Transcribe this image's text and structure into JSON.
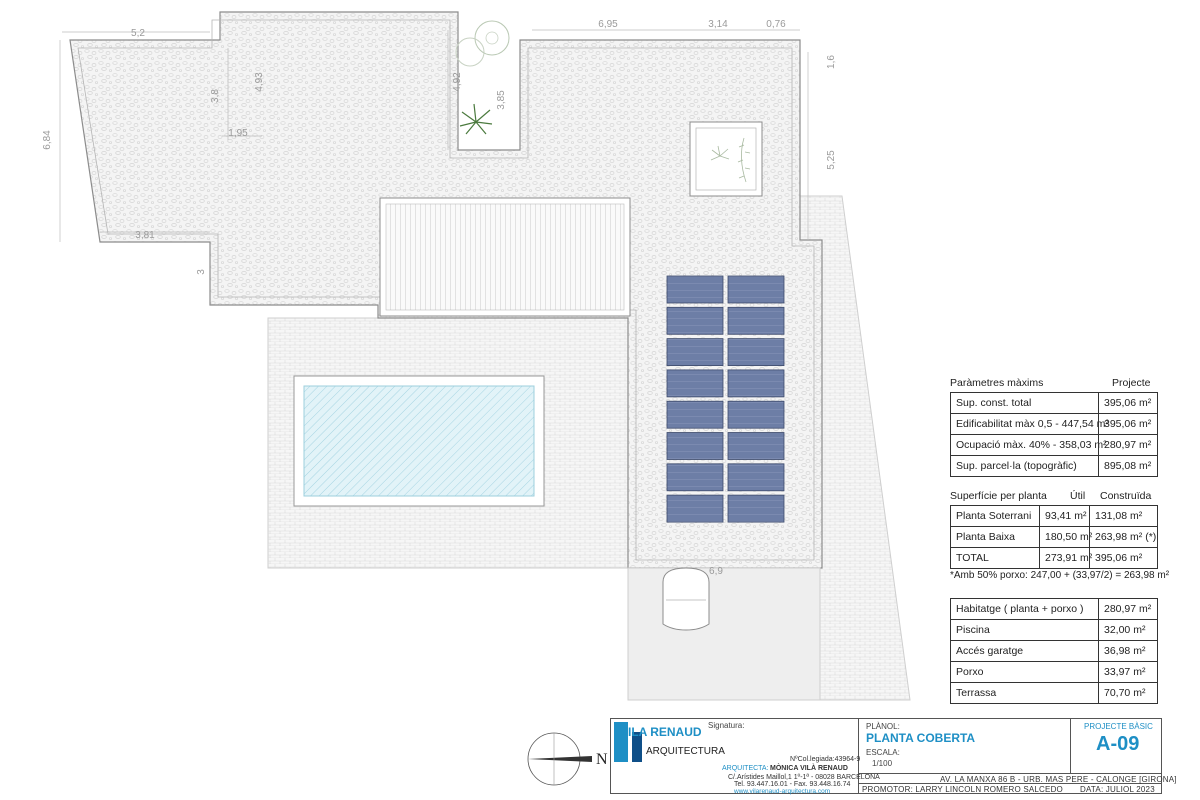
{
  "drawing": {
    "dimensions": [
      "5,2",
      "6,95",
      "3,14",
      "0,76",
      "3,8",
      "4,93",
      "4,92",
      "3,85",
      "6,84",
      "1,95",
      "3,81",
      "5,25",
      "1,6",
      "3",
      "6,9"
    ]
  },
  "table_params": {
    "header_left": "Paràmetres màxims",
    "header_right": "Projecte",
    "rows": [
      {
        "label": "Sup. const. total",
        "value": "395,06 m²"
      },
      {
        "label": "Edificabilitat màx 0,5 - 447,54 m²",
        "value": "395,06 m²"
      },
      {
        "label": "Ocupació màx. 40% - 358,03 m²",
        "value": "280,97 m²"
      },
      {
        "label": "Sup. parcel·la (topogràfic)",
        "value": "895,08 m²"
      }
    ]
  },
  "table_surface": {
    "header_label": "Superfície per planta",
    "header_util": "Útil",
    "header_built": "Construïda",
    "rows": [
      {
        "label": "Planta Soterrani",
        "util": "93,41 m²",
        "built": "131,08 m²"
      },
      {
        "label": "Planta Baixa",
        "util": "180,50 m²",
        "built": "263,98 m² (*)"
      },
      {
        "label": "TOTAL",
        "util": "273,91 m²",
        "built": "395,06 m²"
      }
    ],
    "footnote": "*Amb 50% porxo: 247,00 + (33,97/2) = 263,98 m²"
  },
  "table_areas": {
    "rows": [
      {
        "label": "Habitatge ( planta + porxo )",
        "value": "280,97 m²"
      },
      {
        "label": "Piscina",
        "value": "32,00 m²"
      },
      {
        "label": "Accés garatge",
        "value": "36,98 m²"
      },
      {
        "label": "Porxo",
        "value": "33,97 m²"
      },
      {
        "label": "Terrassa",
        "value": "70,70 m²"
      }
    ]
  },
  "titleblock": {
    "signatura_label": "Signatura:",
    "brand_name": "VILA RENAUD",
    "brand_sub": "ARQUITECTURA",
    "colegiada": "NºCol.legiada:43964-9",
    "architect_label": "ARQUITECTA:",
    "architect_name": "MÒNICA VILÀ RENAUD",
    "address_office": "C/.Arístides Maillol,1 1º-1ª - 08028 BARCELONA",
    "phone": "Tel. 93.447.16.01 - Fax. 93.448.16.74",
    "web": "www.vilarenaud-arquitectura.com",
    "plano_label": "PLÀNOL:",
    "plano_name": "PLANTA COBERTA",
    "scale_label": "ESCALA:",
    "scale_value": "1/100",
    "project_label": "PROJECTE BÀSIC",
    "sheet_number": "A-09",
    "site_address": "AV. LA MANXA 86 B - URB. MAS PERE - CALONGE [GIRONA]",
    "promoter": "PROMOTOR: LARRY LINCOLN ROMERO SALCEDO",
    "date": "DATA: JULIOL 2023"
  },
  "north_label": "N",
  "colors": {
    "pool_fill": "#dff1f6",
    "panel_fill": "#6e7fa6",
    "brand_blue": "#1e8fc5"
  }
}
